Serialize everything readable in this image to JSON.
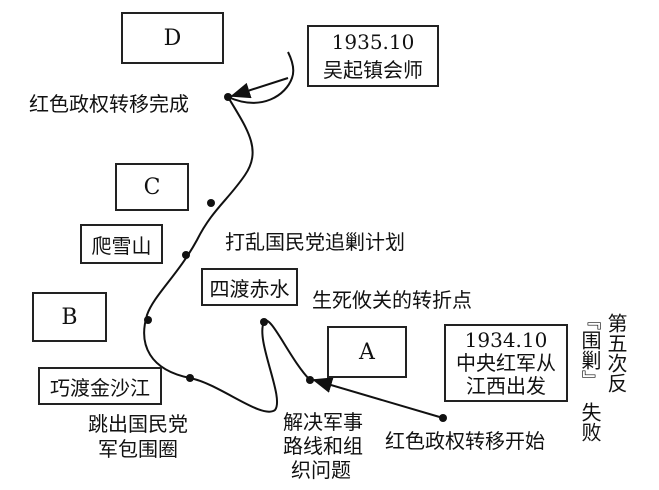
{
  "boxes": {
    "a": "A",
    "b": "B",
    "c": "C",
    "d": "D",
    "start_date": "1934.10",
    "start_text": "中央红军从江西出发",
    "end_date": "1935.10",
    "end_text": "吴起镇会师",
    "snow_mountain": "爬雪山",
    "chishui": "四渡赤水",
    "jinsha": "巧渡金沙江"
  },
  "labels": {
    "transfer_start": "红色政权转移开始",
    "transfer_complete": "红色政权转移完成",
    "disrupt_plan": "打乱国民党追剿计划",
    "turning_point": "生死攸关的转折点",
    "escape_encirclement_1": "跳出国民党",
    "escape_encirclement_2": "军包围圈",
    "solve_issues_1": "解决军事",
    "solve_issues_2": "路线和组",
    "solve_issues_3": "织问题",
    "fifth_campaign_col1": "第五次反",
    "fifth_campaign_col2": "『围剿』",
    "fifth_campaign_col3": "失败"
  }
}
